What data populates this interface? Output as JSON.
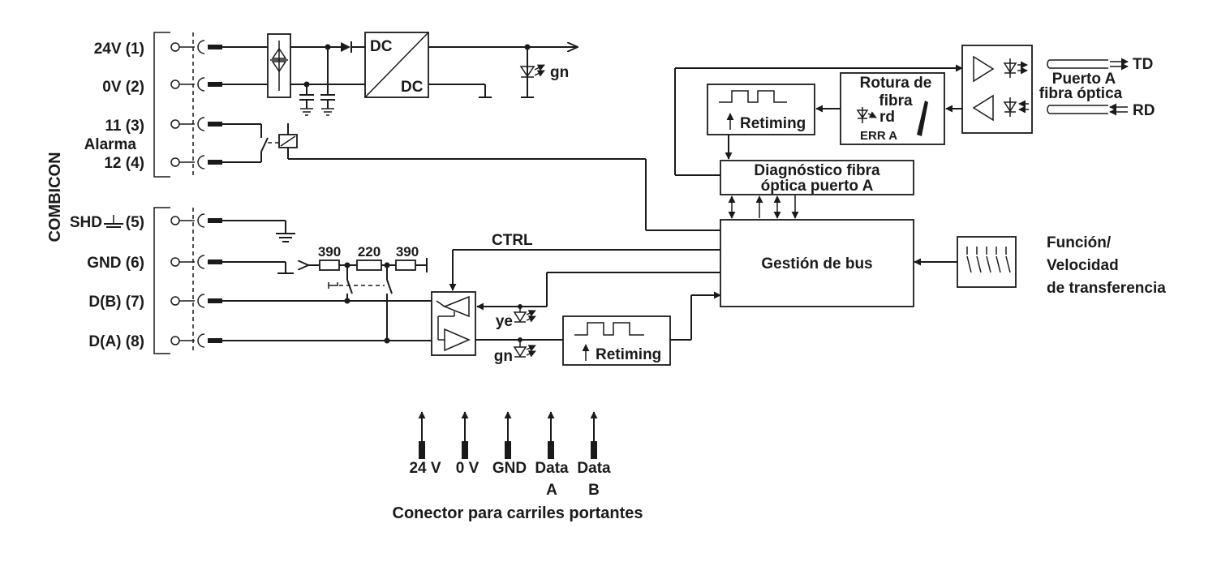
{
  "combicon": {
    "label": "COMBICON",
    "terminals": [
      "24V (1)",
      "0V (2)",
      "11 (3)",
      "12 (4)",
      "SHD",
      "(5)",
      "GND (6)",
      "D(B) (7)",
      "D(A) (8)"
    ],
    "alarm_label": "Alarma"
  },
  "power": {
    "converter_top": "DC",
    "converter_bottom": "DC",
    "led_label": "gn"
  },
  "resistors": {
    "r1": "390",
    "r2": "220",
    "r3": "390"
  },
  "ctrl_label": "CTRL",
  "leds": {
    "ye_label": "ye",
    "gn_label": "gn"
  },
  "retiming_label": "Retiming",
  "fiber_port": {
    "td": "TD",
    "rd": "RD",
    "port_line1": "Puerto A",
    "port_line2": "fibra óptica"
  },
  "fiber_break": {
    "line1": "Rotura de",
    "line2": "fibra",
    "led_label": "rd",
    "err": "ERR A"
  },
  "diagnostics": {
    "line1": "Diagnóstico fibra",
    "line2": "óptica puerto A"
  },
  "bus": {
    "label": "Gestión de bus"
  },
  "function": {
    "line1": "Función/",
    "line2": "Velocidad",
    "line3": "de transferencia"
  },
  "rail": {
    "pins": [
      {
        "line1": "24 V",
        "line2": ""
      },
      {
        "line1": "0 V",
        "line2": ""
      },
      {
        "line1": "GND",
        "line2": ""
      },
      {
        "line1": "Data",
        "line2": "A"
      },
      {
        "line1": "Data",
        "line2": "B"
      }
    ],
    "caption": "Conector para carriles portantes"
  },
  "colors": {
    "ink": "#1a1a1a",
    "background": "#ffffff"
  }
}
